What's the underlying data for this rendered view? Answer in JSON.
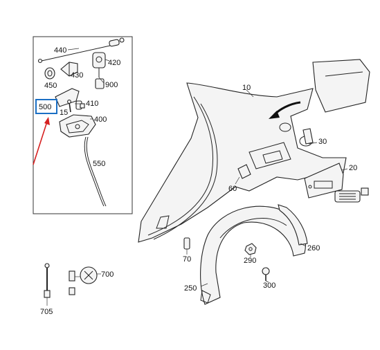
{
  "callouts": {
    "p440": "440",
    "p420": "420",
    "p430": "430",
    "p450": "450",
    "p900": "900",
    "p500": "500",
    "p15": "15",
    "p410": "410",
    "p400": "400",
    "p550": "550",
    "p10": "10",
    "p30": "30",
    "p20": "20",
    "p60": "60",
    "p70": "70",
    "p290": "290",
    "p260": "260",
    "p300": "300",
    "p250": "250",
    "p700": "700",
    "p705": "705"
  },
  "highlight": {
    "box_color": "#1a6fc4",
    "arrow_color": "#d62020",
    "target": "500"
  }
}
